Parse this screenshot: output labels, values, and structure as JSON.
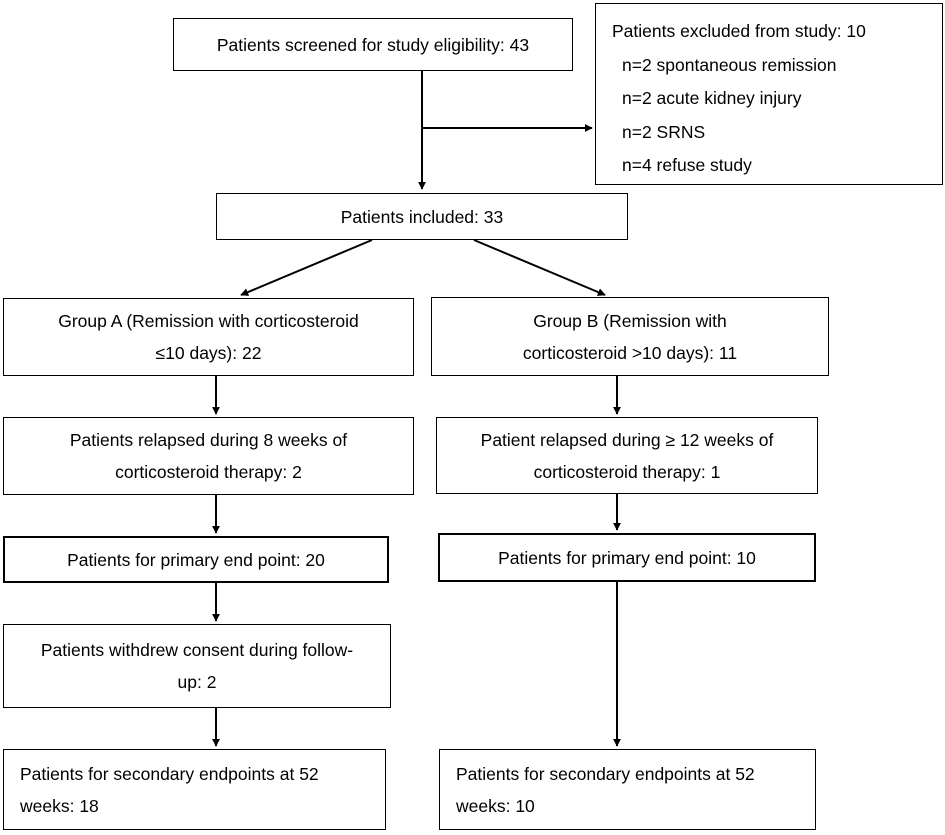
{
  "screened": {
    "lines": [
      "Patients screened for study eligibility: 43"
    ]
  },
  "excluded": {
    "title": "Patients excluded from study: 10",
    "items": [
      "n=2 spontaneous remission",
      "n=2 acute kidney injury",
      "n=2 SRNS",
      "n=4 refuse study"
    ]
  },
  "included": {
    "lines": [
      "Patients included: 33"
    ]
  },
  "group_a": {
    "group": {
      "lines": [
        "Group A (Remission with corticosteroid",
        "≤10 days): 22"
      ]
    },
    "relapsed": {
      "lines": [
        "Patients relapsed during 8 weeks of",
        "corticosteroid therapy: 2"
      ]
    },
    "primary": {
      "lines": [
        "Patients for primary end point: 20"
      ]
    },
    "withdrew": {
      "lines": [
        "Patients withdrew consent during follow-",
        "up: 2"
      ]
    },
    "secondary": {
      "lines": [
        "Patients for secondary endpoints at 52",
        "weeks: 18"
      ]
    }
  },
  "group_b": {
    "group": {
      "lines": [
        "Group B (Remission with",
        "corticosteroid >10 days): 11"
      ]
    },
    "relapsed": {
      "lines": [
        "Patient relapsed during ≥ 12 weeks of",
        "corticosteroid therapy: 1"
      ]
    },
    "primary": {
      "lines": [
        "Patients for primary end point: 10"
      ]
    },
    "secondary": {
      "lines": [
        "Patients for secondary endpoints at 52",
        "weeks: 10"
      ]
    }
  }
}
